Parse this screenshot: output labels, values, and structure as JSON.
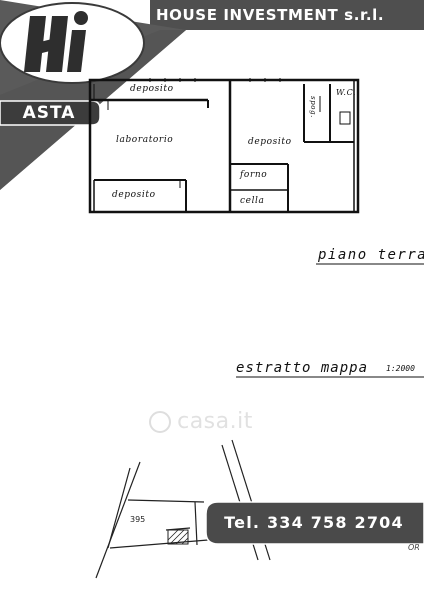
{
  "header": {
    "company_name": "HOUSE INVESTMENT s.r.l.",
    "logo_text": "Hi",
    "auction_label": "ASTA"
  },
  "floor_plan": {
    "rooms": {
      "deposito_top": "deposito",
      "laboratorio": "laboratorio",
      "deposito_right": "deposito",
      "deposito_bottom": "deposito",
      "forno": "forno",
      "cella": "cella",
      "spog": "spog.",
      "wc": "W.C."
    },
    "level_caption": "piano terra",
    "map_caption": "estratto mappa",
    "map_scale": "1:2000"
  },
  "map": {
    "parcel_number": "395",
    "orientation_text": "OR"
  },
  "watermark": "casa.it",
  "contact": {
    "phone": "Tel. 334 758 2704"
  },
  "colors": {
    "banner_gray": "#525252",
    "logo_white": "#ffffff",
    "ink": "#111111"
  }
}
